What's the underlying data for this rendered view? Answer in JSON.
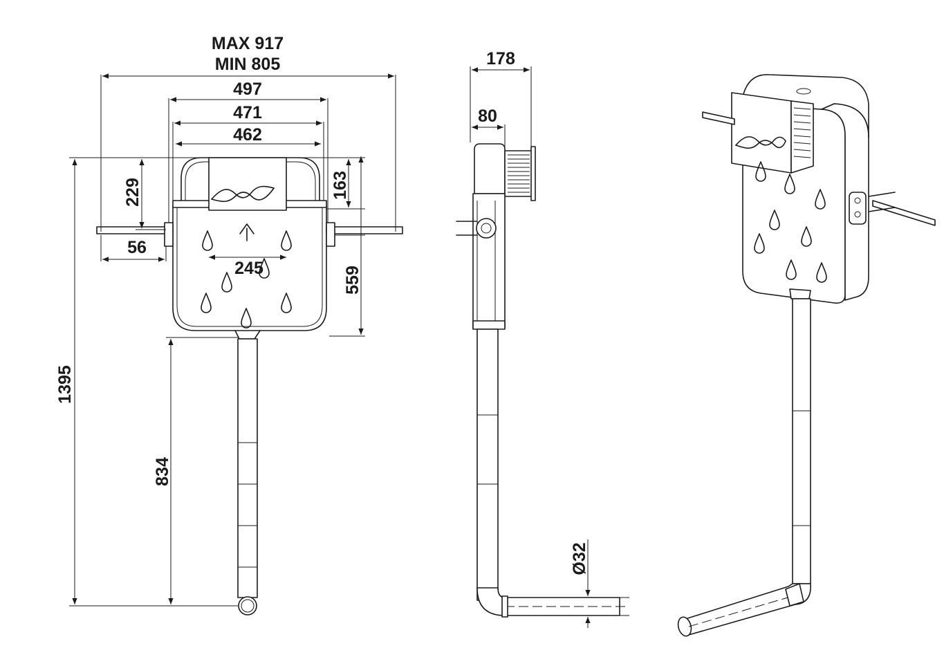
{
  "front_view": {
    "labels": {
      "max_width": "MAX 917",
      "min_width": "MIN 805",
      "width_497": "497",
      "width_471": "471",
      "width_462": "462",
      "height_229": "229",
      "height_163": "163",
      "bracket_56": "56",
      "center_245": "245",
      "height_559": "559",
      "total_height": "1395",
      "pipe_length": "834"
    }
  },
  "side_view": {
    "labels": {
      "depth_178": "178",
      "depth_80": "80",
      "pipe_diameter": "Ø32"
    }
  },
  "colors": {
    "line": "#1a1a1a",
    "background": "#ffffff"
  },
  "icons": {
    "front_logo": "wave-logo-icon",
    "flow_arrow": "up-arrow-icon",
    "decor": "water-drop-icon"
  }
}
